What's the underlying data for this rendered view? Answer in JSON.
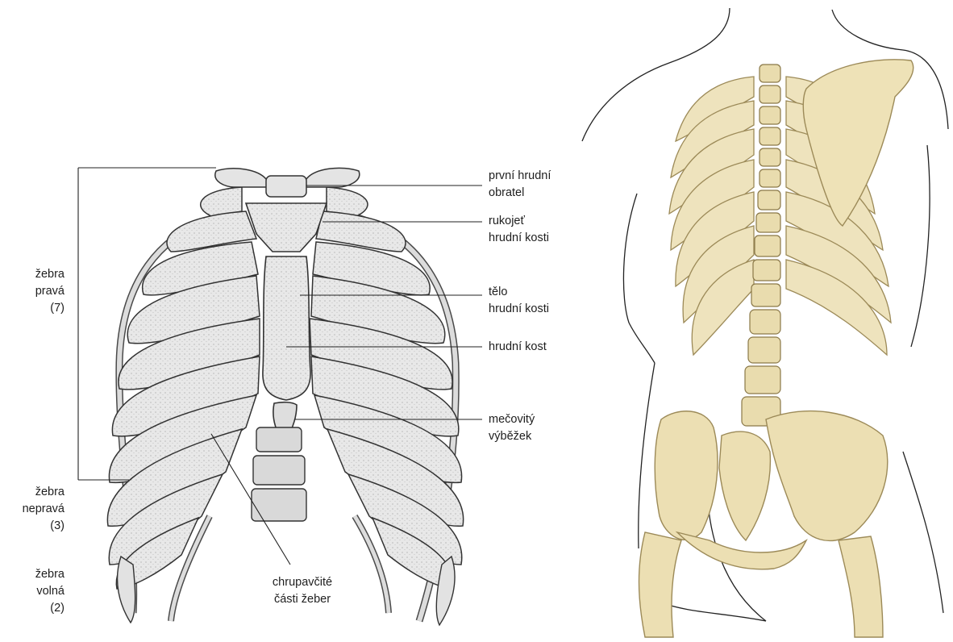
{
  "labels": {
    "first_thoracic_vertebra": "první hrudní\nobratel",
    "manubrium": "rukojeť\nhrudní kosti",
    "sternum_body": "tělo\nhrudní kosti",
    "sternum": "hrudní kost",
    "xiphoid": "mečovitý\nvýběžek",
    "true_ribs": "žebra\npravá\n(7)",
    "false_ribs": "žebra\nnepravá\n(3)",
    "floating_ribs": "žebra\nvolná\n(2)",
    "costal_cartilage": "chrupavčité\nčásti žeber"
  },
  "colors": {
    "line_art_bone": "#e6e6e6",
    "line_art_stroke": "#3a3a3a",
    "color_bone": "#ecdfb6",
    "color_bone_stroke": "#9c8a58",
    "body_outline": "#222222"
  }
}
